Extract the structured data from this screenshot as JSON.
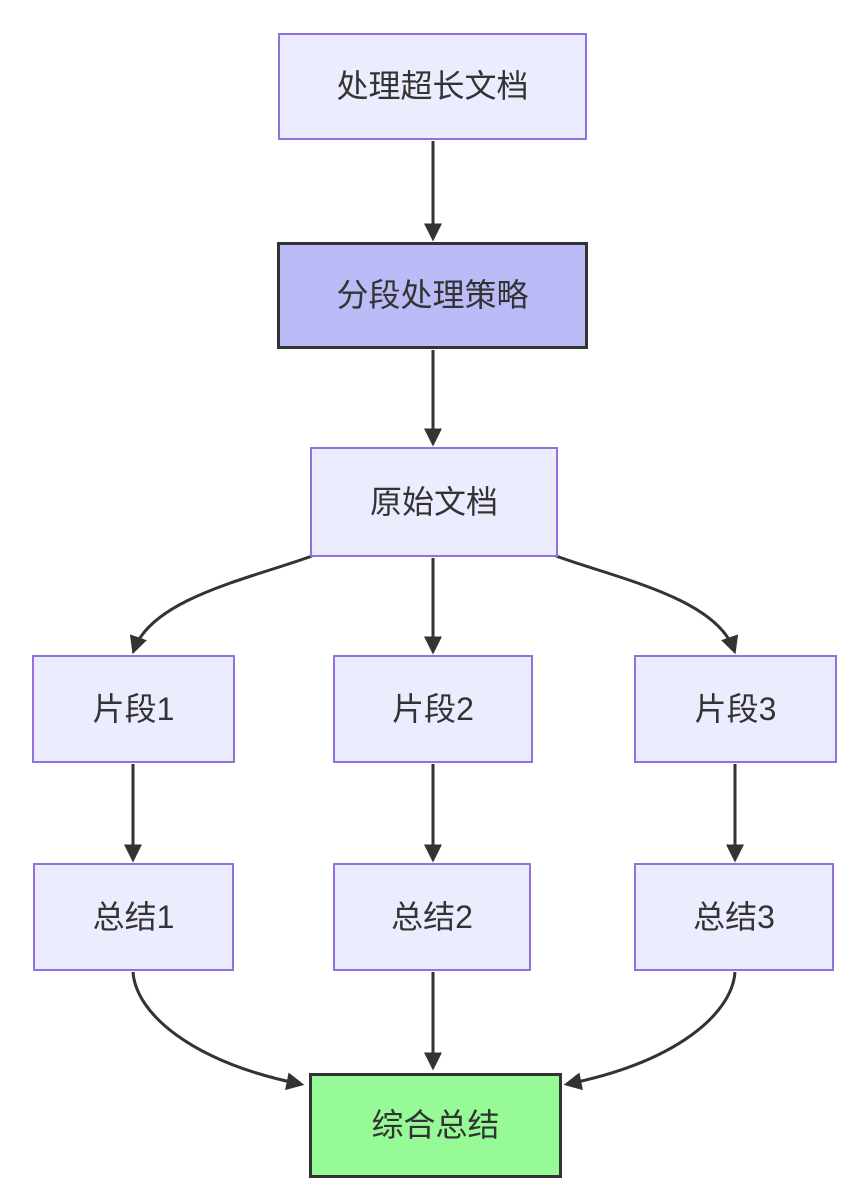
{
  "nodes": {
    "a": {
      "label": "处理超长文档",
      "type": "default"
    },
    "b": {
      "label": "分段处理策略",
      "type": "highlight"
    },
    "c": {
      "label": "原始文档",
      "type": "default"
    },
    "d1": {
      "label": "片段1",
      "type": "default"
    },
    "d2": {
      "label": "片段2",
      "type": "default"
    },
    "d3": {
      "label": "片段3",
      "type": "default"
    },
    "e1": {
      "label": "总结1",
      "type": "default"
    },
    "e2": {
      "label": "总结2",
      "type": "default"
    },
    "e3": {
      "label": "总结3",
      "type": "default"
    },
    "z": {
      "label": "综合总结",
      "type": "success"
    }
  },
  "edges": [
    {
      "from": "处理超长文档",
      "to": "分段处理策略"
    },
    {
      "from": "分段处理策略",
      "to": "原始文档"
    },
    {
      "from": "原始文档",
      "to": "片段1"
    },
    {
      "from": "原始文档",
      "to": "片段2"
    },
    {
      "from": "原始文档",
      "to": "片段3"
    },
    {
      "from": "片段1",
      "to": "总结1"
    },
    {
      "from": "片段2",
      "to": "总结2"
    },
    {
      "from": "片段3",
      "to": "总结3"
    },
    {
      "from": "总结1",
      "to": "综合总结"
    },
    {
      "from": "总结2",
      "to": "综合总结"
    },
    {
      "from": "总结3",
      "to": "综合总结"
    }
  ],
  "colors": {
    "node_fill": "#ECECFF",
    "node_border": "#9370DB",
    "highlight_fill": "#BBBBF8",
    "success_fill": "#96FA96",
    "strong_border": "#333333",
    "edge": "#333333",
    "text": "#333333"
  }
}
